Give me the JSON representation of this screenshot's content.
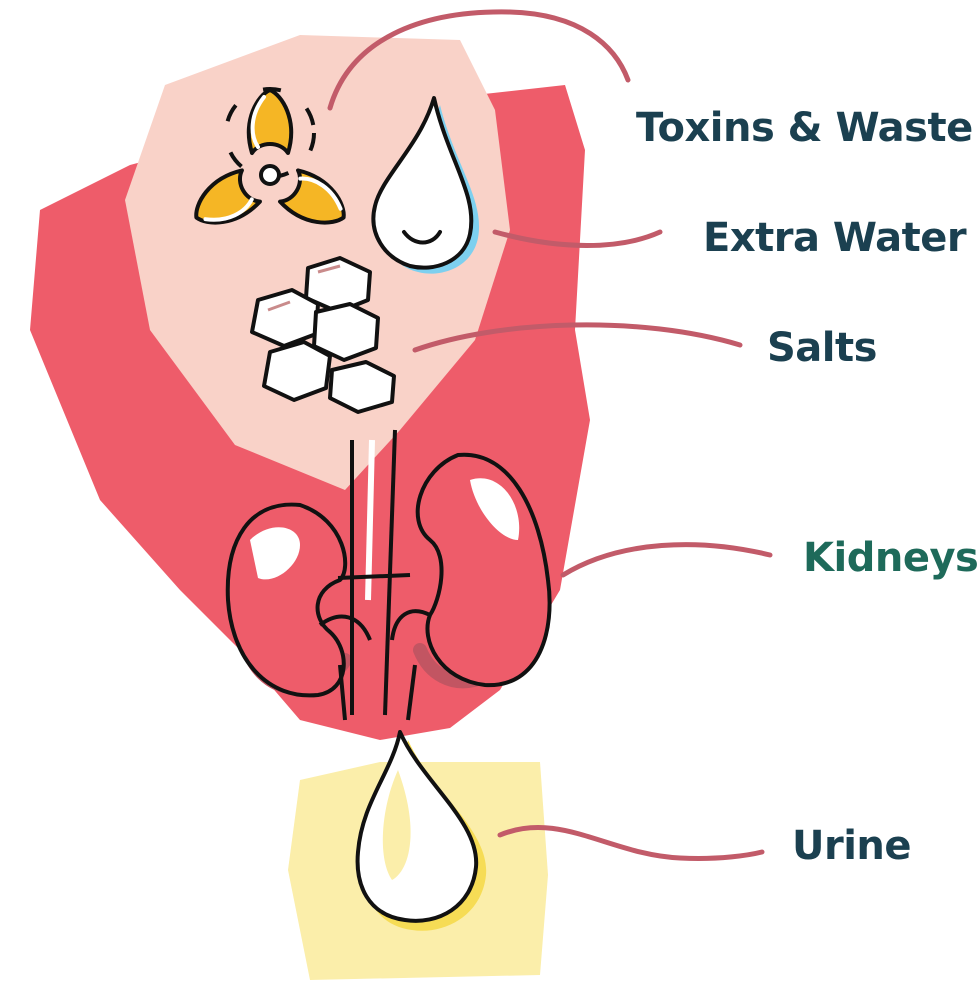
{
  "labels": {
    "toxins": "Toxins & Waste",
    "water": "Extra Water",
    "salts": "Salts",
    "kidneys": "Kidneys",
    "urine": "Urine"
  },
  "colors": {
    "label_dark": "#1b4050",
    "label_kidneys": "#1e6a5a",
    "leader_line": "#c25b69",
    "body_red": "#ee5c6a",
    "blood_pink": "#f9d2c8",
    "biohazard": "#f5b625",
    "water_blue": "#7dd0ef",
    "urine_yellow": "#fbeeaa",
    "urine_accent": "#f6dc55",
    "kidney_shadow": "#c25562",
    "outline": "#111111"
  },
  "icons": [
    "biohazard-icon",
    "water-drop-icon",
    "salt-crystals-icon",
    "kidneys-icon",
    "urine-drop-icon"
  ]
}
